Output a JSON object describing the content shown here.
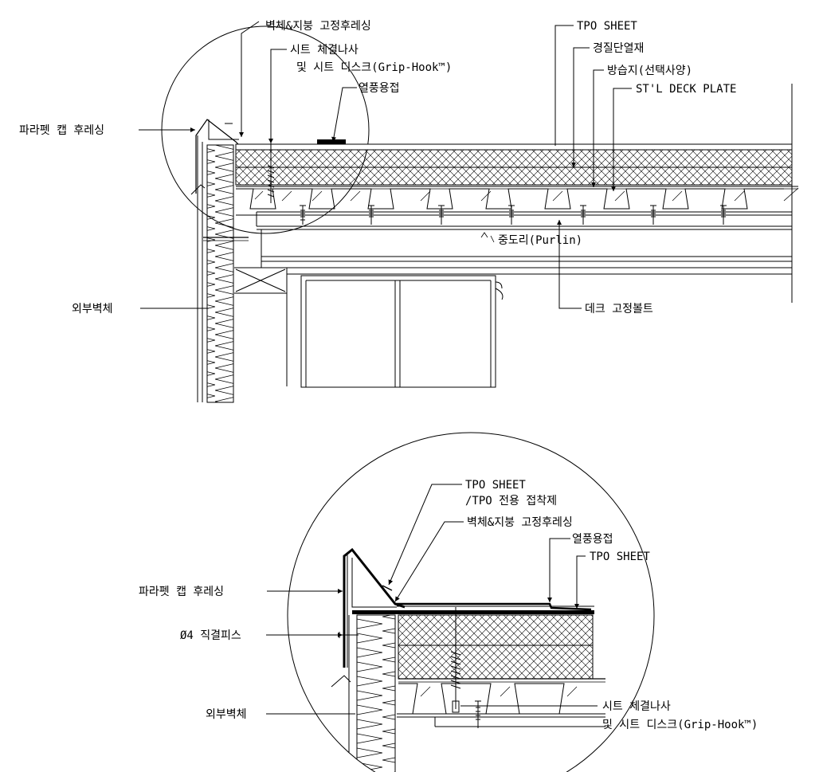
{
  "top_detail": {
    "labels": {
      "wall_roof_flashing": "벽체&지붕 고정후레싱",
      "sheet_screw": "시트 체결나사",
      "sheet_disc": "및 시트 디스크(Grip-Hook™)",
      "hot_air_weld": "열풍용접",
      "parapet_cap": "파라펫 캡 후레싱",
      "tpo_sheet": "TPO SHEET",
      "rigid_insulation": "경질단열재",
      "vapor_barrier": "방습지(선택사양)",
      "deck_plate": "ST'L DECK PLATE",
      "purlin": "중도리(Purlin)",
      "exterior_wall": "외부벽체",
      "deck_bolt": "데크 고정볼트"
    }
  },
  "bottom_detail": {
    "labels": {
      "tpo_sheet_line1": "TPO SHEET",
      "tpo_adhesive": "/TPO 전용 접착제",
      "wall_roof_flashing": "벽체&지붕 고정후레싱",
      "hot_air_weld": "열풍용접",
      "tpo_sheet": "TPO SHEET",
      "parapet_cap": "파라펫 캡 후레싱",
      "self_drill_screw": "Ø4 직결피스",
      "exterior_wall": "외부벽체",
      "sheet_screw": "시트 체결나사",
      "sheet_disc": "및 시트 디스크(Grip-Hook™)"
    }
  }
}
